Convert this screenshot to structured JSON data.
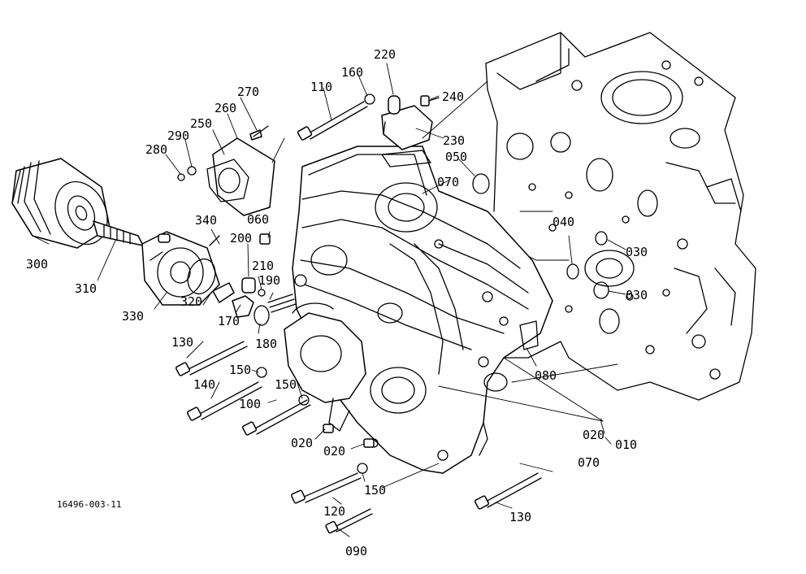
{
  "reference": "16496-003-11",
  "callouts": {
    "c010": "010",
    "c020a": "020",
    "c020b": "020",
    "c020c": "020",
    "c030a": "030",
    "c030b": "030",
    "c040": "040",
    "c050": "050",
    "c060": "060",
    "c070a": "070",
    "c070b": "070",
    "c080": "080",
    "c090": "090",
    "c100": "100",
    "c110": "110",
    "c120": "120",
    "c130a": "130",
    "c130b": "130",
    "c140": "140",
    "c150a": "150",
    "c150b": "150",
    "c150c": "150",
    "c160": "160",
    "c170": "170",
    "c180": "180",
    "c190": "190",
    "c200": "200",
    "c210": "210",
    "c220": "220",
    "c230": "230",
    "c240": "240",
    "c250": "250",
    "c260": "260",
    "c270": "270",
    "c280": "280",
    "c290": "290",
    "c300": "300",
    "c310": "310",
    "c320": "320",
    "c330": "330",
    "c340": "340"
  }
}
